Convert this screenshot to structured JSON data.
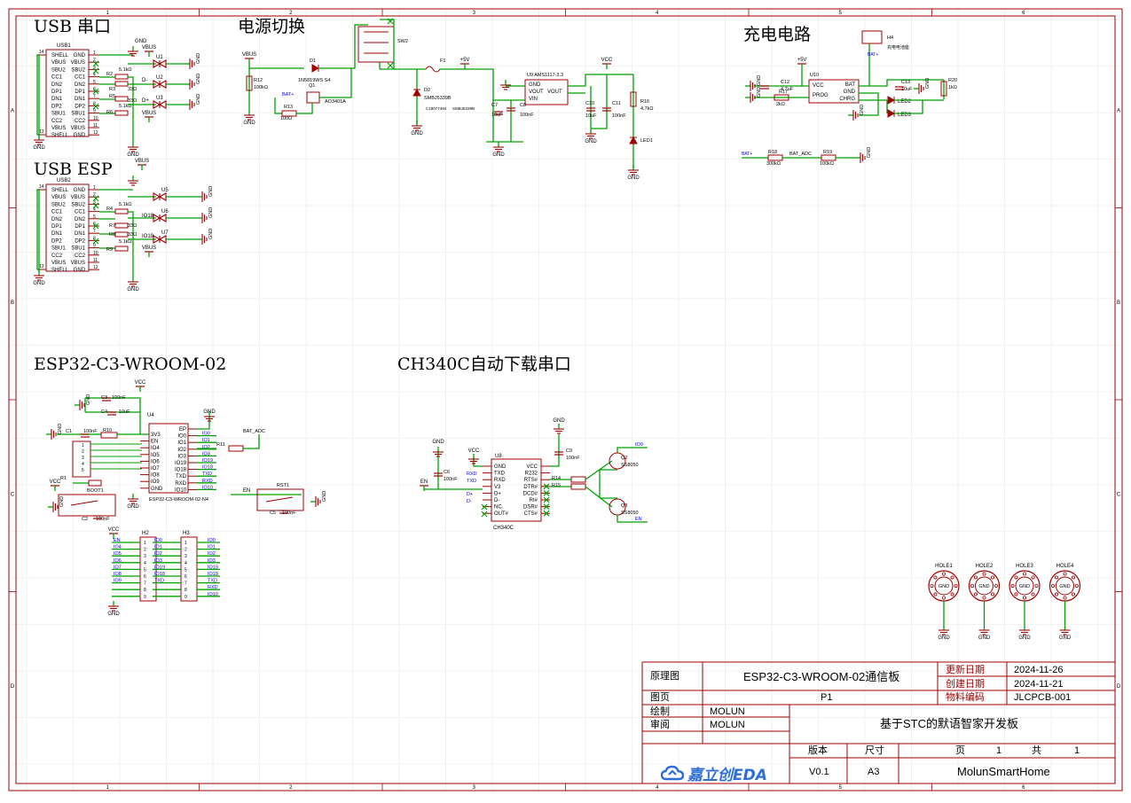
{
  "sections": {
    "usb_uart": "USB 串口",
    "usb_esp": "USB ESP",
    "power_switch": "电源切换",
    "charge": "充电电路",
    "esp_module": "ESP32-C3-WROOM-02",
    "ch340": "CH340C自动下载串口"
  },
  "grid": {
    "columns": [
      "1",
      "2",
      "3",
      "4",
      "5",
      "6"
    ],
    "rows": [
      "A",
      "B",
      "C",
      "D"
    ]
  },
  "usb1": {
    "ref": "USB1",
    "left_pins": [
      {
        "n": "14",
        "name": "SHELL"
      },
      {
        "n": "",
        "name": "VBUS"
      },
      {
        "n": "",
        "name": "SBU2"
      },
      {
        "n": "",
        "name": "CC1"
      },
      {
        "n": "",
        "name": "DN2"
      },
      {
        "n": "",
        "name": "DP1"
      },
      {
        "n": "",
        "name": "DN1"
      },
      {
        "n": "",
        "name": "DP2"
      },
      {
        "n": "",
        "name": "SBU1"
      },
      {
        "n": "",
        "name": "CC2"
      },
      {
        "n": "",
        "name": "VBUS"
      },
      {
        "n": "13",
        "name": "SHELL"
      }
    ],
    "right_pins": [
      "GND",
      "VBUS",
      "SBU2",
      "CC1",
      "DN2",
      "DP1",
      "DN1",
      "DP2",
      "SBU1",
      "CC2",
      "VBUS",
      "GND"
    ],
    "parts": [
      "R2",
      "5.1kΩ",
      "R3",
      "33Ω",
      "R5",
      "33Ω",
      "R6",
      "5.1kΩ",
      "U1",
      "U2",
      "U3",
      "D-",
      "D+"
    ],
    "nets": [
      "GND",
      "VBUS",
      "GND",
      "GND",
      "GND",
      "GND",
      "VBUS",
      "GND"
    ]
  },
  "usb2": {
    "ref": "USB2",
    "left_pins": [
      {
        "n": "14",
        "name": "SHELL"
      },
      {
        "n": "",
        "name": "VBUS"
      },
      {
        "n": "",
        "name": "SBU2"
      },
      {
        "n": "",
        "name": "CC1"
      },
      {
        "n": "",
        "name": "DN2"
      },
      {
        "n": "",
        "name": "DP1"
      },
      {
        "n": "",
        "name": "DN1"
      },
      {
        "n": "",
        "name": "DP2"
      },
      {
        "n": "",
        "name": "SBU1"
      },
      {
        "n": "",
        "name": "CC2"
      },
      {
        "n": "",
        "name": "VBUS"
      },
      {
        "n": "13",
        "name": "SHELL"
      }
    ],
    "right_pins": [
      "GND",
      "VBUS",
      "SBU2",
      "CC1",
      "DN2",
      "DP1",
      "DN1",
      "DP2",
      "SBU1",
      "CC2",
      "VBUS",
      "GND"
    ],
    "parts": [
      "R4",
      "5.1kΩ",
      "R7",
      "33Ω",
      "R8",
      "33Ω",
      "R9",
      "5.1kΩ",
      "U5",
      "U6",
      "U7",
      "IO18",
      "IO19"
    ],
    "nets": [
      "VBUS",
      "GND",
      "GND",
      "GND",
      "VBUS",
      "GND"
    ]
  },
  "power": {
    "parts": [
      "VBUS",
      "R12",
      "100kΩ",
      "D1",
      "1N5819WS S4",
      "Q1",
      "AO3401A",
      "BAT+",
      "R13",
      "100Ω",
      "F1",
      "+5V",
      "D2",
      "SMBJ5339B",
      "SW2",
      "U9 AMS1117-3.3",
      "VCC",
      "C7",
      "10uF",
      "C8",
      "100nF",
      "C10",
      "10uF",
      "C11",
      "100nF",
      "R16",
      "4.7kΩ",
      "LED1",
      "GND",
      "C19077493",
      "SMBJ5339B",
      "C19077494",
      "SMBJ5339B"
    ],
    "u9_pins": [
      "GND",
      "VOUT",
      "VOUT",
      "VIN"
    ]
  },
  "charge": {
    "parts": [
      "+5V",
      "U10",
      "C12",
      "4.7uF",
      "R17",
      "2kΩ",
      "C13",
      "10uF",
      "R20",
      "1kΩ",
      "LED2",
      "LED3",
      "H4",
      "充电电池座",
      "BAT+",
      "R18",
      "300kΩ",
      "BAT_ADC",
      "R19",
      "100kΩ",
      "GND",
      "GND",
      "GND"
    ],
    "u10_pins": [
      "VCC",
      "PROG",
      "BAT",
      "GND",
      "CHRG"
    ]
  },
  "esp": {
    "ref": "U4",
    "module": "ESP32-C3-WROOM-02-N4",
    "left_pins": [
      "3V3",
      "EN",
      "IO4",
      "IO5",
      "IO6",
      "IO7",
      "IO8",
      "IO9",
      "GND"
    ],
    "right_pins": [
      "EP",
      "IO0",
      "IO1",
      "IO2",
      "IO3",
      "IO19",
      "IO18",
      "TXD",
      "RXD",
      "IO10"
    ],
    "parts": [
      "C3",
      "100nF",
      "C4",
      "10uF",
      "VCC",
      "C1",
      "100nF",
      "R10",
      "R11",
      "BAT_ADC",
      "R1",
      "BOOT1",
      "C2",
      "100nF",
      "RST1",
      "C5",
      "100nF",
      "EN",
      "GND",
      "GND",
      "GND"
    ],
    "right_nets": [
      "IO0",
      "IO1",
      "IO2",
      "IO3",
      "IO19",
      "IO18",
      "TXD",
      "RXD",
      "IO10"
    ]
  },
  "headers": {
    "h2": {
      "ref": "H2",
      "nets": [
        "EN",
        "IO4",
        "IO5",
        "IO6",
        "IO7",
        "IO8",
        "IO9",
        "VCC",
        "GND"
      ]
    },
    "h3": {
      "ref": "H3",
      "nets": [
        "IO0",
        "IO1",
        "IO2",
        "IO3",
        "IO19",
        "IO18",
        "TXD",
        "RXD",
        "IO10"
      ]
    }
  },
  "ch340": {
    "ref": "U8",
    "name": "CH340C",
    "left_pins": [
      "GND",
      "TXD",
      "RXD",
      "V3",
      "D+",
      "D-",
      "NC.",
      "OUT#"
    ],
    "right_pins": [
      "VCC",
      "R232",
      "RTS#",
      "DTR#",
      "DCD#",
      "RI#",
      "DSR#",
      "CTS#"
    ],
    "parts": [
      "C6",
      "100nF",
      "C9",
      "100nF",
      "R14",
      "R15",
      "Q2",
      "SS8050",
      "Q3",
      "SS8050",
      "IO9",
      "EN",
      "VCC",
      "GND",
      "GND",
      "GND",
      "RXD",
      "TXD",
      "D+",
      "D-"
    ]
  },
  "holes": [
    "HOLE1",
    "HOLE2",
    "HOLE3",
    "HOLE4"
  ],
  "title_block": {
    "schematic_label": "原理图",
    "schematic_value": "ESP32-C3-WROOM-02通信板",
    "updated_label": "更新日期",
    "updated_value": "2024-11-26",
    "created_label": "创建日期",
    "created_value": "2024-11-21",
    "page_label": "图页",
    "page_value": "P1",
    "material_label": "物料编码",
    "material_value": "JLCPCB-001",
    "drawn_label": "绘制",
    "drawn_value": "MOLUN",
    "review_label": "审阅",
    "review_value": "MOLUN",
    "project": "基于STC的默语智家开发板",
    "version_label": "版本",
    "size_label": "尺寸",
    "page_no_label": "页",
    "page_no": "1",
    "total_label": "共",
    "total": "1",
    "version": "V0.1",
    "size": "A3",
    "company": "MolunSmartHome",
    "logo": "嘉立创EDA"
  },
  "colors": {
    "border": "#a00000",
    "wire": "#00a000",
    "part": "#a00000",
    "grid": "#e6e6e6",
    "logo": "#2d6fd8"
  }
}
